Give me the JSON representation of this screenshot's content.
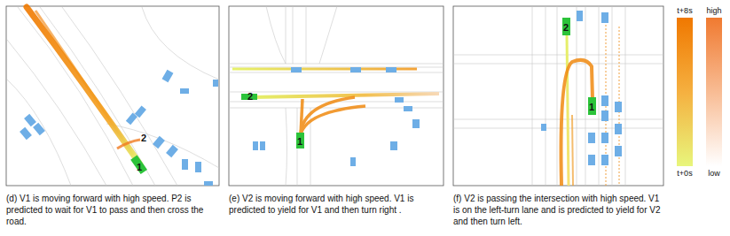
{
  "diagram": {
    "labels": [
      "2",
      "1",
      "2",
      "1",
      "2",
      "1",
      "t+8s",
      "high",
      "t+0s",
      "low",
      "(d) V1 is moving forward with high speed. P2 is predicted to wait for V1 to pass and then cross the road.",
      "(e) V2 is moving forward with high speed. V1 is predicted to yield for V1 and then turn right .",
      "(f) V2 is passing the intersection with high speed. V1 is on the left-turn lane and is predicted to yield for V2 and then turn left."
    ]
  }
}
